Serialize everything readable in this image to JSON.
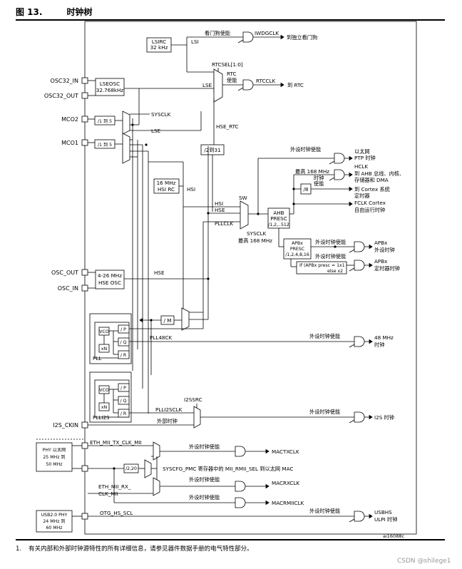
{
  "figure": {
    "number": "图 13.",
    "title": "时钟树",
    "code": "ai16088c",
    "footnote_num": "1.",
    "footnote": "有关内部和外部时钟源特性的所有详细信息，请参见器件数据手册的电气特性部分。",
    "watermark": "CSDN @shilege1"
  },
  "pins": {
    "osc32_in": "OSC32_IN",
    "osc32_out": "OSC32_OUT",
    "mco2": "MCO2",
    "mco1": "MCO1",
    "osc_out": "OSC_OUT",
    "osc_in": "OSC_IN",
    "i2s_ckin": "I2S_CKIN"
  },
  "blocks": {
    "lsirc": [
      "LSIRC",
      "32 kHz"
    ],
    "lseosc": [
      "LSEOSC",
      "32.768kHz"
    ],
    "hsirc": [
      "16 MHz",
      "HSI RC"
    ],
    "hseosc": [
      "4-26 MHz",
      "HSE OSC"
    ],
    "div_mco": "/1 到 5",
    "div2_31": "/2到31",
    "div8": "/8",
    "div_m": "/ M",
    "ahb": [
      "AHB",
      "PRESC",
      "/1,2,..512"
    ],
    "apb": [
      "APBx",
      "PRESC",
      "/1,2,4,8,16"
    ],
    "apb_if": [
      "If (APBx presc = 1x1",
      "else x2"
    ],
    "pll": "PLL",
    "plli2s": "PLLI2S",
    "vco": "VCO",
    "xn": "xN",
    "div_p": "/ P",
    "div_q": "/ Q",
    "div_r": "/ R",
    "phy_eth": [
      "PHY 以太网",
      "25 MHz 到",
      "50 MHz"
    ],
    "phy_usb": [
      "USB2.0 PHY",
      "24 MHz 到",
      "60 MHz"
    ],
    "div220": "/2,20"
  },
  "signals": {
    "lsi": "LSI",
    "lse": "LSE",
    "hse_rtc": "HSE_RTC",
    "rtcsel": "RTCSEL[1:0]",
    "sysclk_label": "SYSCLK",
    "hsi": "HSI",
    "hse": "HSE",
    "pllclk": "PLLCLK",
    "sw": "SW",
    "sysclk": "SYSCLK",
    "sysclk_max": "最高 168 MHz",
    "hclk_max": "最高 168 MHz",
    "pll48ck": "PLL48CK",
    "plli2sclk": "PLLI2SCLK",
    "i2ssrc": "I2SSRC",
    "ext_clock": "外部时钟",
    "eth_tx": "ETH_MII_TX_CLK_MII",
    "eth_rx": [
      "ETH_MII_RX_",
      "CLK_MII"
    ],
    "otg_hs": "OTG_HS_SCL",
    "syscfg": "SYSCFG_PMC 寄存器中的 MII_RMII_SEL 到以太网 MAC"
  },
  "gates": {
    "watchdog_en": "看门狗使能",
    "rtc_en": [
      "RTC",
      "使能"
    ],
    "periph_en": "外设时钟使能",
    "clock_en": [
      "时钟",
      "使能"
    ]
  },
  "outputs": {
    "iwdgclk": "IWDGCLK",
    "to_iwdg": "到独立看门狗",
    "rtcclk": "RTCCLK",
    "to_rtc": "到 RTC",
    "eth_ptp": [
      "以太网",
      "PTP 时钟"
    ],
    "hclk": [
      "HCLK",
      "到 AHB 总线、内核、",
      "存储器和 DMA"
    ],
    "systick": [
      "到 Cortex 系统",
      "定时器"
    ],
    "fclk": [
      "FCLK Cortex",
      "自由运行时钟"
    ],
    "apbx_periph": [
      "APBx",
      "外设时钟"
    ],
    "apbx_timer": [
      "APBx",
      "定时器时钟"
    ],
    "mhz48": [
      "48 MHz",
      "时钟"
    ],
    "i2s_clock": "I2S 时钟",
    "mactxclk": "MACTXCLK",
    "macrxclk": "MACRXCLK",
    "macrmiiclk": "MACRMIICLK",
    "usbhs": [
      "USBHS",
      "ULPI 时钟"
    ]
  }
}
